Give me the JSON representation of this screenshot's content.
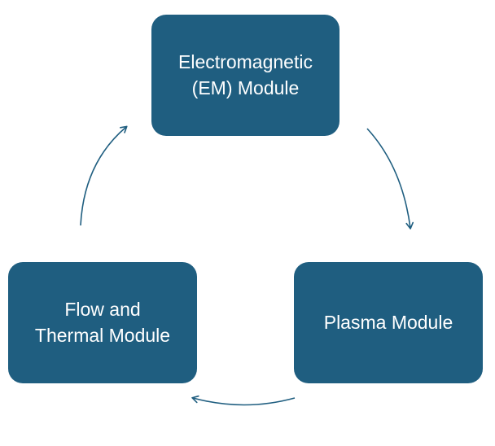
{
  "colors": {
    "node_fill": "#1f5e80",
    "node_text": "#ffffff",
    "arrow": "#1f5e80"
  },
  "nodes": {
    "em": {
      "label": "Electromagnetic\n(EM) Module"
    },
    "flow": {
      "label": "Flow and\nThermal Module"
    },
    "plasma": {
      "label": "Plasma Module"
    }
  },
  "edges": [
    {
      "from": "em",
      "to": "plasma"
    },
    {
      "from": "plasma",
      "to": "flow"
    },
    {
      "from": "flow",
      "to": "em"
    }
  ]
}
